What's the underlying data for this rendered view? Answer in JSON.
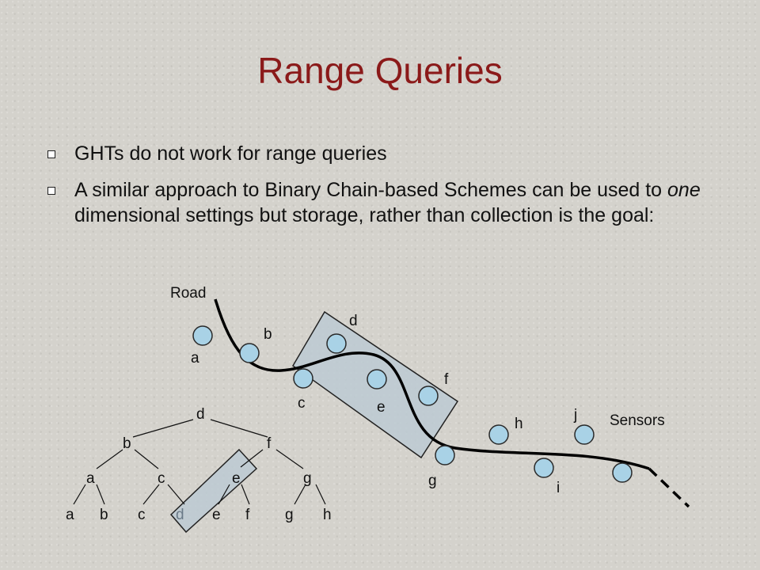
{
  "title": "Range Queries",
  "bullets": [
    {
      "text": "GHTs do not work for range queries"
    },
    {
      "pre": "A similar approach to Binary Chain-based Schemes can be used to ",
      "em": "one",
      "post": " dimensional settings but storage, rather than collection is the goal:"
    }
  ],
  "diagram": {
    "road_label": "Road",
    "sensors_label": "Sensors",
    "sensor_labels": [
      "a",
      "b",
      "c",
      "d",
      "e",
      "f",
      "g",
      "h",
      "i",
      "j"
    ],
    "tree": {
      "root": "d",
      "level1": [
        "b",
        "f"
      ],
      "level2": [
        "a",
        "c",
        "e",
        "g"
      ],
      "leaves": [
        "a",
        "b",
        "c",
        "d",
        "e",
        "f",
        "g",
        "h"
      ]
    }
  },
  "colors": {
    "title": "#8b1a1a",
    "sensor_fill": "#a9d2e6",
    "range_box_fill": "#bccad2",
    "highlighted_leaf_text": "#6a7a88"
  }
}
